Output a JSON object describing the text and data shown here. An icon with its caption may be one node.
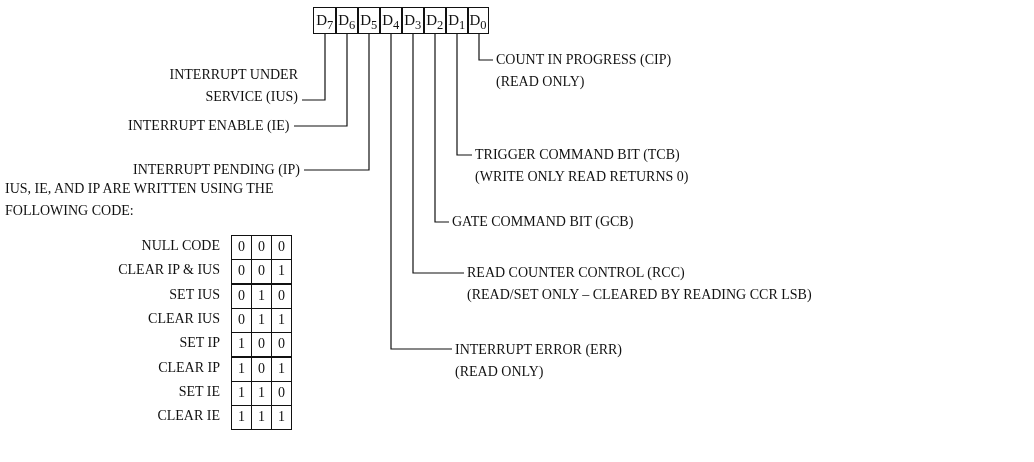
{
  "diagram": {
    "nodes": [
      {
        "text": [
          "D$_{7}$"
        ]
      },
      {
        "text": [
          "D$_{6}$"
        ]
      },
      {
        "text": [
          "D$_{5}$"
        ]
      },
      {
        "text": [
          "D$_{4}$"
        ]
      },
      {
        "text": [
          "D$_{3}$"
        ]
      },
      {
        "text": [
          "D$_{2}$"
        ]
      },
      {
        "text": [
          "D$_{1}$"
        ]
      },
      {
        "text": [
          "D$_{0}$"
        ]
      },
      {
        "text": [
          "INTERRUPT UNDER SERVICE (IUS)"
        ]
      },
      {
        "text": [
          "INTERRUPT ENABLE (IE)"
        ]
      },
      {
        "text": [
          "INTERRUPT PENDING (IP)"
        ]
      },
      {
        "text": [
          "COUNT IN PROGRESS (CIP)",
          "(READ ONLY)"
        ]
      },
      {
        "text": [
          "TRIGGER COMMAND BIT (TCB)",
          "(WRITE ONLY READ RETURNS 0)"
        ]
      },
      {
        "text": [
          "GATE COMMAND BIT (GCB)"
        ]
      },
      {
        "text": [
          "READ COUNTER CONTROL (RCC)",
          "(READ/SET ONLY – CLEARED BY READING CCR LSB)"
        ]
      },
      {
        "text": [
          "INTERRUPT ERROR (ERR)",
          "(READ ONLY)"
        ]
      }
    ],
    "edges": [
      {
        "from": 8,
        "to": 0,
        "arrow": "none"
      },
      {
        "from": 9,
        "to": 1,
        "arrow": "none"
      },
      {
        "from": 10,
        "to": 2,
        "arrow": "none"
      },
      {
        "from": 11,
        "to": 7,
        "arrow": "none"
      },
      {
        "from": 12,
        "to": 6,
        "arrow": "none"
      },
      {
        "from": 13,
        "to": 5,
        "arrow": "none"
      },
      {
        "from": 14,
        "to": 4,
        "arrow": "none"
      },
      {
        "from": 15,
        "to": 3,
        "arrow": "none"
      }
    ],
    "labels": [
      "IUS, IE, AND IP ARE WRITTEN USING THE FOLLOWING CODE:",
      "NULL CODE",
      "0",
      "0",
      "0",
      "CLEAR IP & IUS",
      "0",
      "0",
      "1",
      "SET IUS",
      "0",
      "1",
      "0",
      "CLEAR IUS",
      "0",
      "1",
      "1",
      "SET IP",
      "1",
      "0",
      "0",
      "CLEAR IP",
      "1",
      "0",
      "1",
      "SET IE",
      "1",
      "1",
      "0",
      "CLEAR IE",
      "1",
      "1",
      "1"
    ]
  }
}
